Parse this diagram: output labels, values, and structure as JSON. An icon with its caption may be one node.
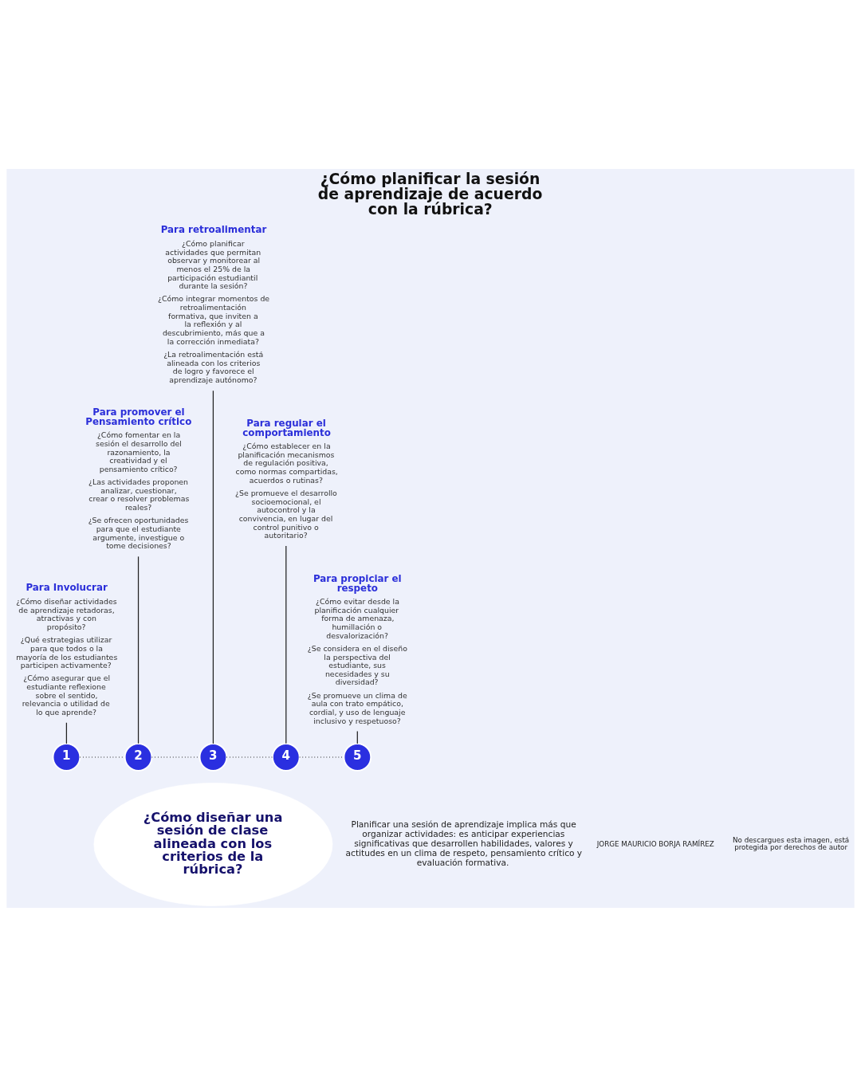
{
  "diagram": {
    "title": "¿Cómo planificar la sesión de aprendizaje de acuerdo con la rúbrica?",
    "nodes": [
      {
        "text": [
          "Para Involucrar",
          "¿Cómo diseñar actividades de aprendizaje retadoras, atractivas y con propósito?",
          "¿Qué estrategias utilizar para que todos o la mayoría de los estudiantes participen activamente?",
          "¿Cómo asegurar que el estudiante reflexione sobre el sentido, relevancia o utilidad de lo que aprende?"
        ]
      },
      {
        "text": [
          "Para promover el Pensamiento crítico",
          "¿Cómo fomentar en la sesión el desarrollo del razonamiento, la creatividad y el pensamiento crítico?",
          "¿Las actividades proponen analizar, cuestionar, crear o resolver problemas reales?",
          "¿Se ofrecen oportunidades para que el estudiante argumente, investigue o tome decisiones?"
        ]
      },
      {
        "text": [
          "Para retroalimentar",
          "¿Cómo planificar actividades que permitan observar y monitorear al menos el 25% de la participación estudiantil durante la sesión?",
          "¿Cómo integrar momentos de retroalimentación formativa, que inviten a la reflexión y al descubrimiento, más que a la corrección inmediata?",
          "¿La retroalimentación está alineada con los criterios de logro y favorece el aprendizaje autónomo?"
        ]
      },
      {
        "text": [
          "Para regular el comportamiento",
          "¿Cómo establecer en la planificación mecanismos de regulación positiva, como normas compartidas, acuerdos o rutinas?",
          "¿Se promueve el desarrollo socioemocional, el autocontrol y la convivencia, en lugar del control punitivo o autoritario?"
        ]
      },
      {
        "text": [
          "Para propiciar el respeto",
          "¿Cómo evitar desde la planificación cualquier forma de amenaza, humillación o desvalorización?",
          "¿Se considera en el diseño la perspectiva del estudiante, sus necesidades y su diversidad?",
          "¿Se promueve un clima de aula con trato empático, cordial, y uso de lenguaje inclusivo y respetuoso?"
        ]
      },
      {
        "text": [
          "1"
        ]
      },
      {
        "text": [
          "2"
        ]
      },
      {
        "text": [
          "3"
        ]
      },
      {
        "text": [
          "4"
        ]
      },
      {
        "text": [
          "5"
        ]
      },
      {
        "text": [
          "¿Cómo diseñar una sesión de clase alineada con los criterios de la rúbrica?"
        ]
      }
    ],
    "edges": [
      {
        "from": 5,
        "to": 0,
        "arrow": "none"
      },
      {
        "from": 6,
        "to": 1,
        "arrow": "none"
      },
      {
        "from": 7,
        "to": 2,
        "arrow": "none"
      },
      {
        "from": 8,
        "to": 3,
        "arrow": "none"
      },
      {
        "from": 9,
        "to": 4,
        "arrow": "none"
      },
      {
        "from": 5,
        "to": 6,
        "arrow": "none",
        "style": "dashed"
      },
      {
        "from": 6,
        "to": 7,
        "arrow": "none",
        "style": "dashed"
      },
      {
        "from": 7,
        "to": 8,
        "arrow": "none",
        "style": "dashed"
      },
      {
        "from": 8,
        "to": 9,
        "arrow": "none",
        "style": "dashed"
      }
    ],
    "labels": [
      "Planificar una sesión de aprendizaje implica más que organizar actividades: es anticipar experiencias significativas que desarrollen habilidades, valores y actitudes en un clima de respeto, pensamiento crítico y evaluación formativa.",
      "JORGE MAURICIO BORJA RAMÍREZ",
      "No descargues esta imagen, está protegida por derechos de autor"
    ]
  }
}
